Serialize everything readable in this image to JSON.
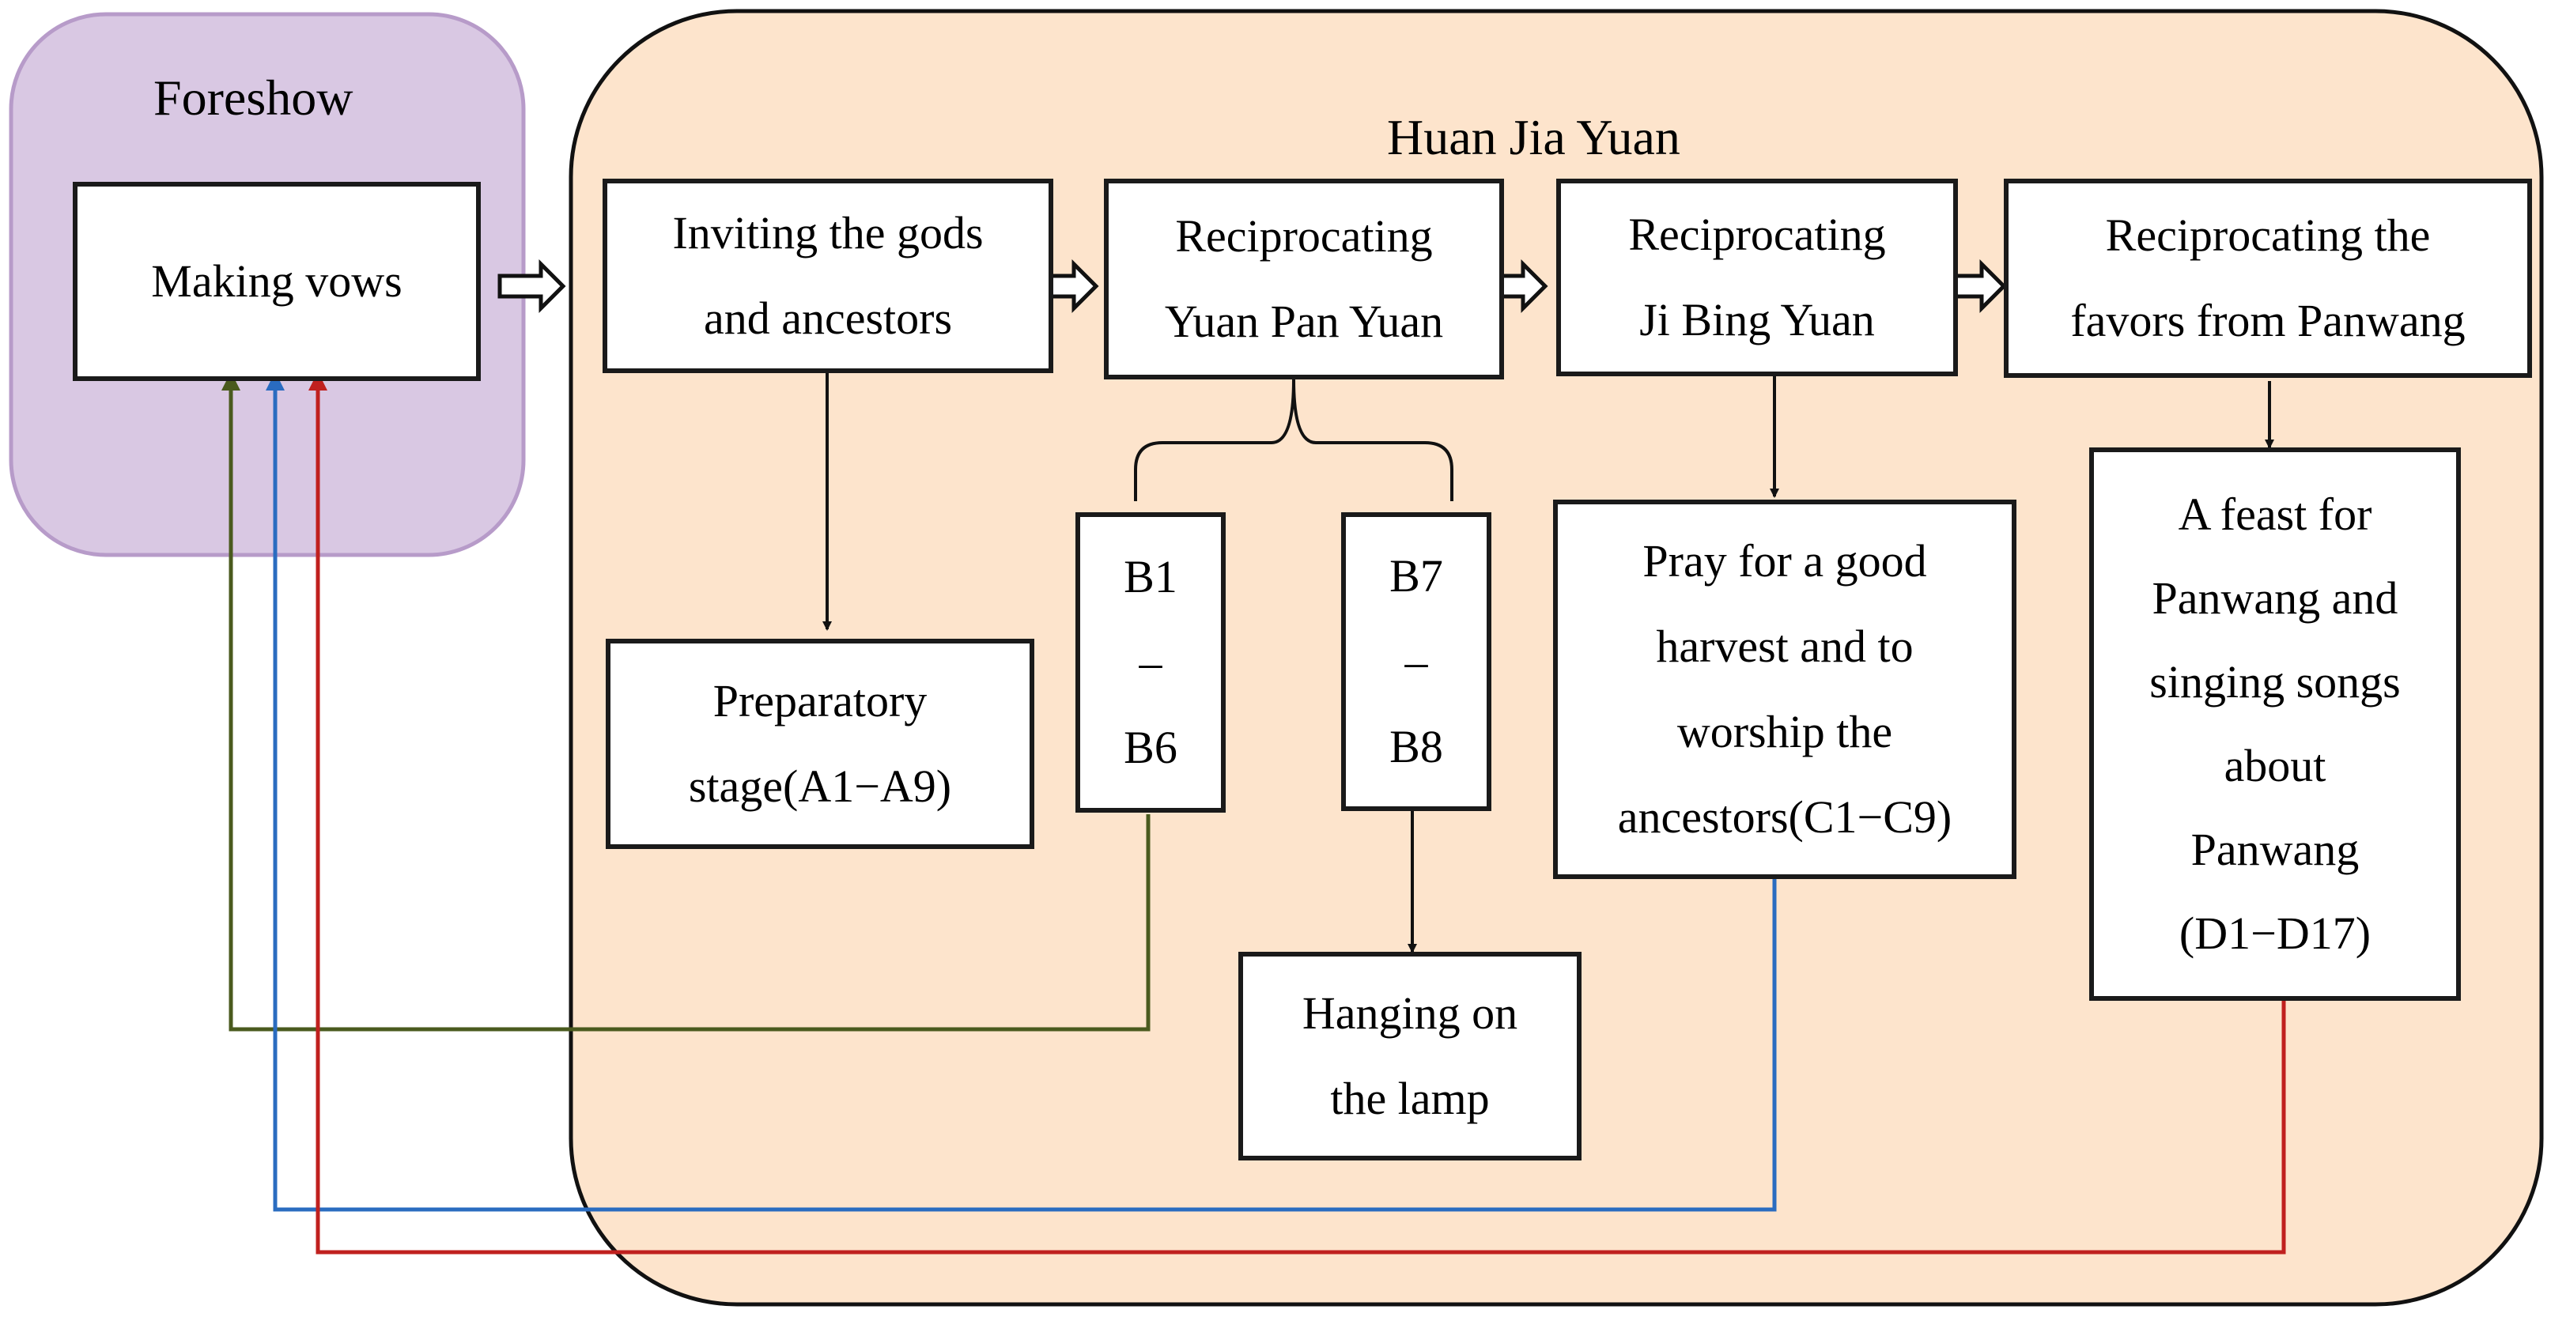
{
  "foreshow": {
    "title": "Foreshow",
    "making_vows": "Making vows"
  },
  "huan_jia_yuan": {
    "title": "Huan Jia Yuan",
    "steps": [
      "Inviting the gods\nand ancestors",
      "Reciprocating\nYuan Pan Yuan",
      "Reciprocating\nJi Bing Yuan",
      "Reciprocating the\nfavors from Panwang"
    ],
    "preparatory_stage": "Preparatory\nstage(A1−A9)",
    "b1_b6": "B1\n–\nB6",
    "b7_b8": "B7\n–\nB8",
    "hanging_lamp": "Hanging on\nthe lamp",
    "pray_harvest": "Pray for a good\nharvest and to\nworship the\nancestors(C1−C9)",
    "feast_panwang": "A feast for\nPanwang and\nsinging songs\nabout\nPanwang\n(D1−D17)"
  },
  "colors": {
    "foreshow_fill": "#d9c8e3",
    "foreshow_stroke": "#b79bc9",
    "main_fill": "#fde4cc",
    "main_stroke": "#111111",
    "green_line": "#4a5a1e",
    "blue_line": "#2a6cc0",
    "red_line": "#c0201e"
  }
}
